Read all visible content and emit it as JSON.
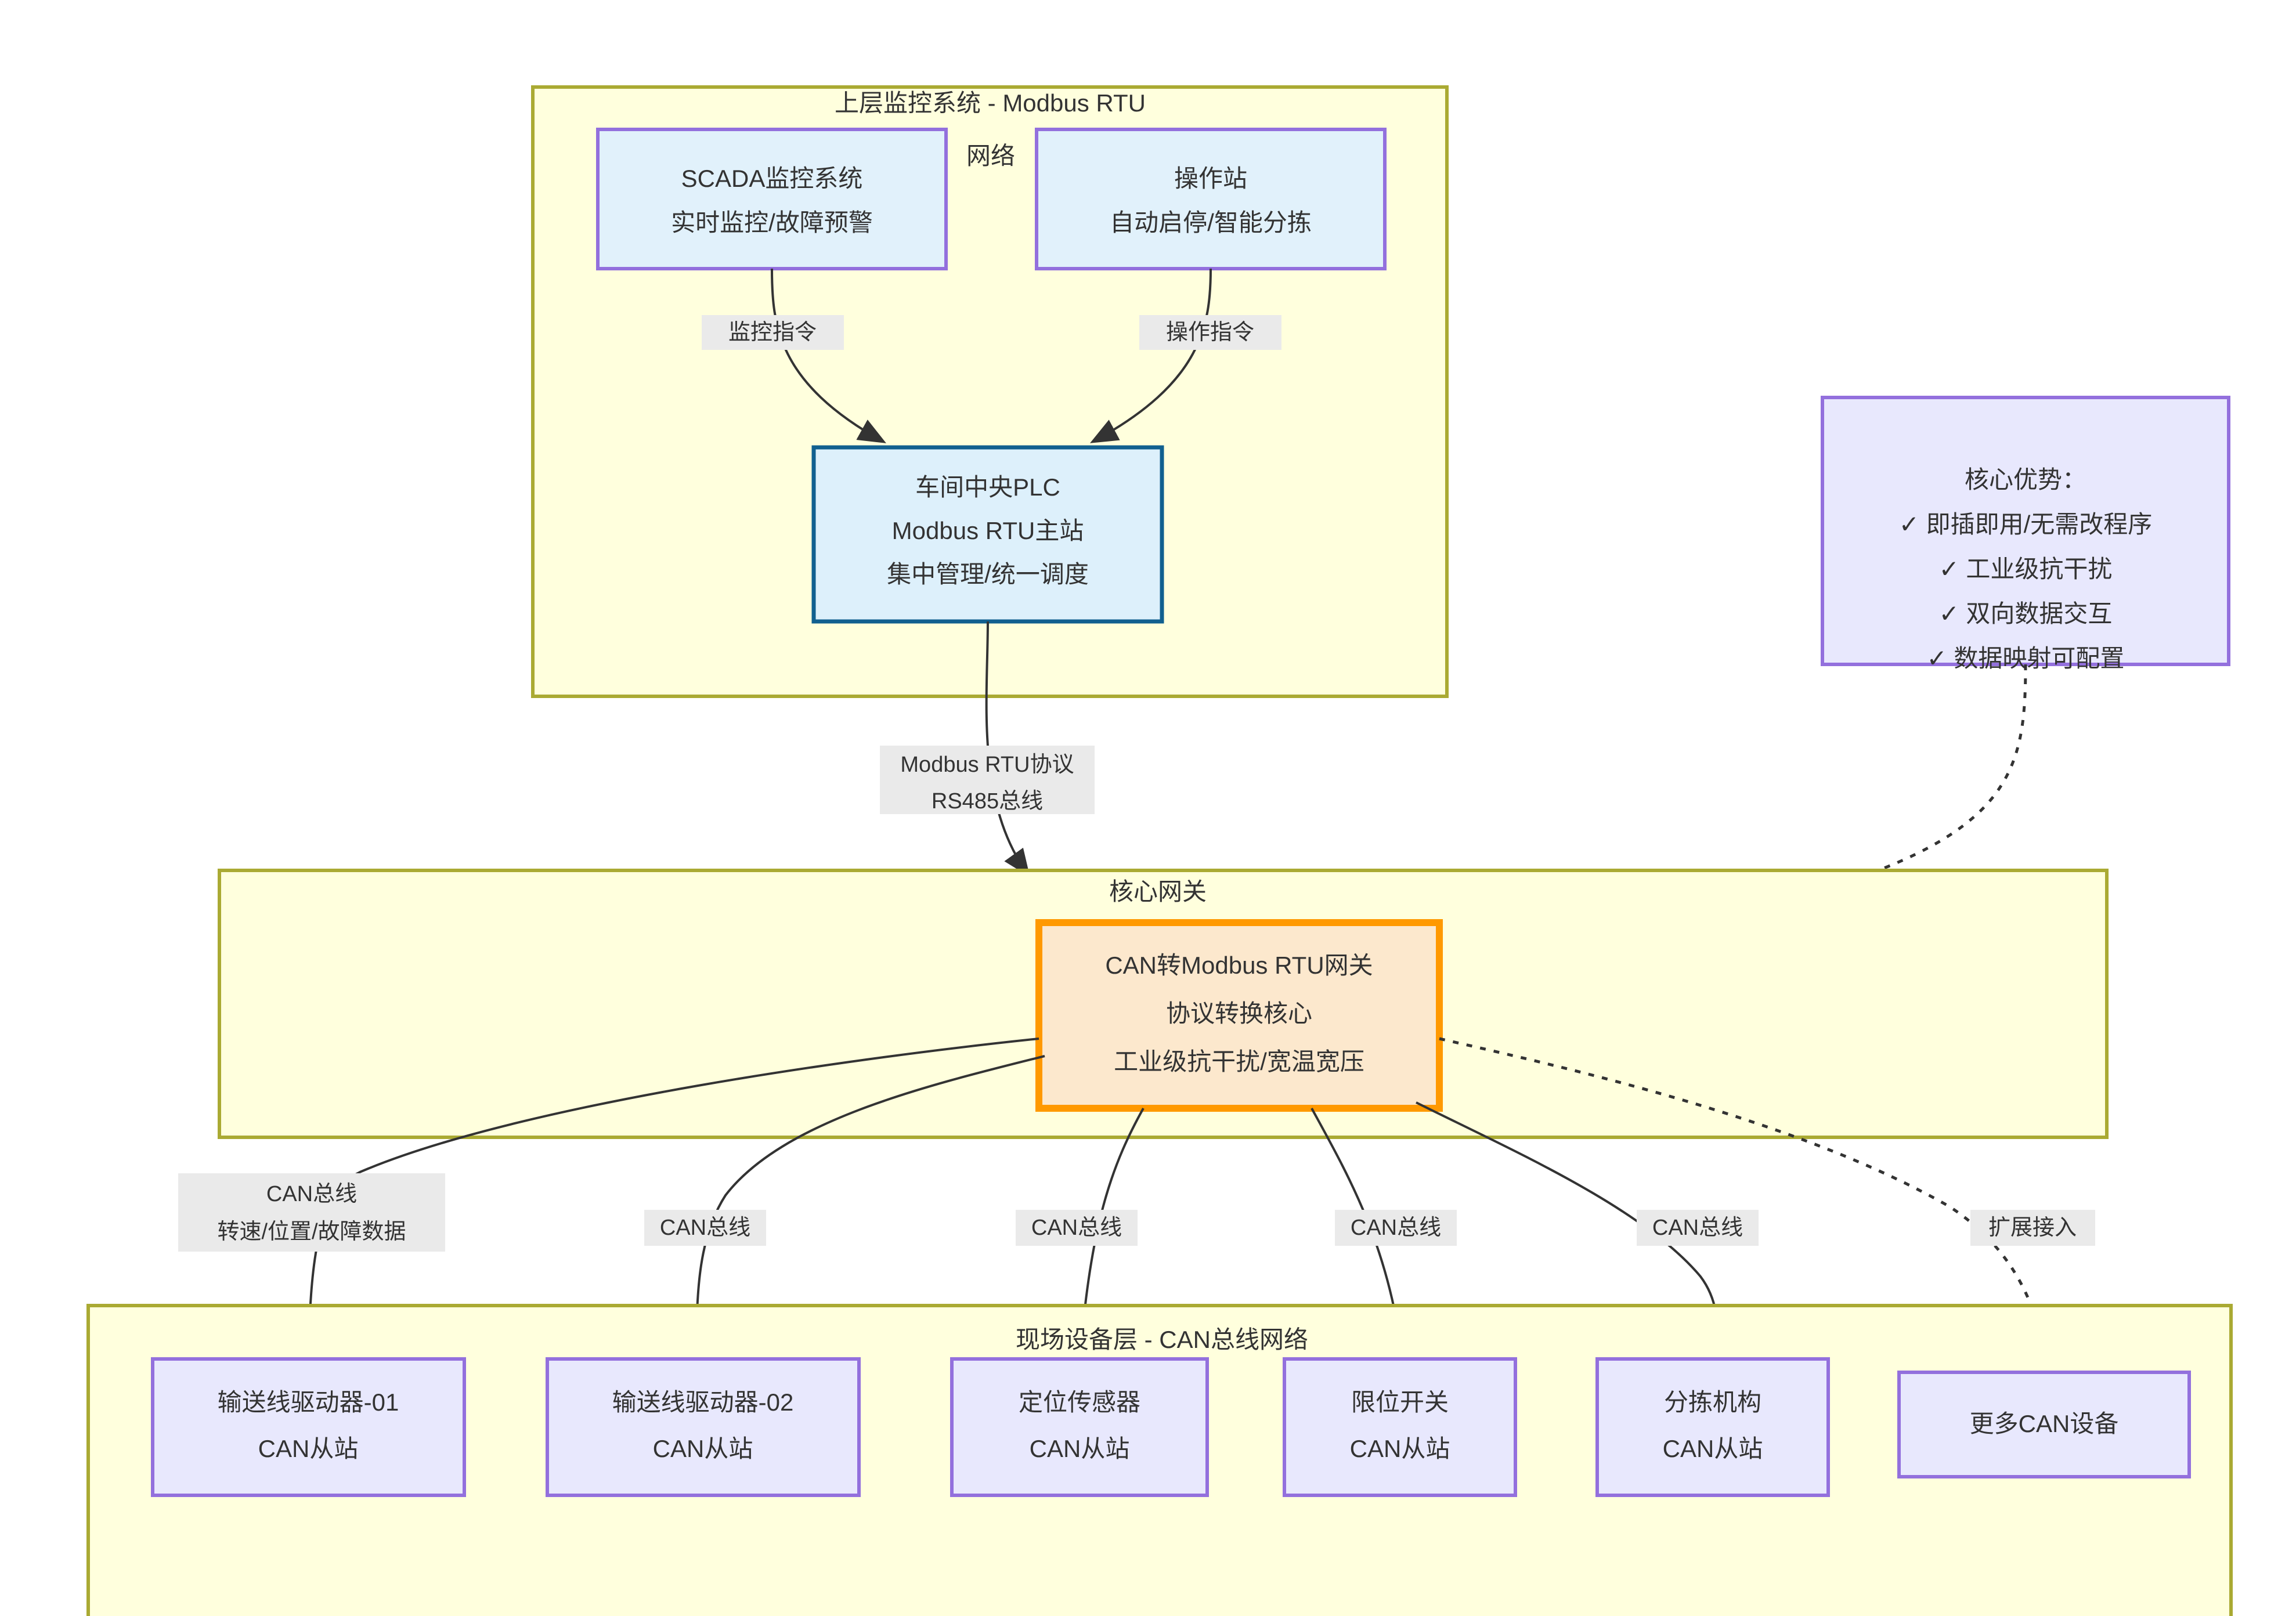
{
  "diagram": {
    "title": "CAN转Modbus RTU网关工业架构图",
    "colors": {
      "subgraph_fill": "#ffffdd",
      "subgraph_stroke": "#aaaa33",
      "blue_node_fill": "#e1f1fb",
      "purple_stroke": "#9370dd",
      "plc_stroke": "#11608f",
      "gateway_fill": "#fce8cd",
      "gateway_stroke": "#ff9900",
      "lavender_fill": "#e8e8fd",
      "label_bg": "#eaeaea",
      "text": "#333333"
    },
    "subgraphs": [
      {
        "id": "upper",
        "title": "上层监控系统 - Modbus RTU"
      },
      {
        "id": "gateway_zone",
        "title": "核心网关"
      },
      {
        "id": "field",
        "title": "现场设备层 - CAN总线网络"
      }
    ],
    "nodes": {
      "network_label": "网络",
      "scada": {
        "line1": "SCADA监控系统",
        "line2": "实时监控/故障预警"
      },
      "operator": {
        "line1": "操作站",
        "line2": "自动启停/智能分拣"
      },
      "plc": {
        "line1": "车间中央PLC",
        "line2": "Modbus RTU主站",
        "line3": "集中管理/统一调度"
      },
      "gateway": {
        "line1": "CAN转Modbus RTU网关",
        "line2": "协议转换核心",
        "line3": "工业级抗干扰/宽温宽压"
      },
      "advantages": {
        "heading": "核心优势：",
        "items": [
          "✓ 即插即用/无需改程序",
          "✓ 工业级抗干扰",
          "✓ 双向数据交互",
          "✓ 数据映射可配置"
        ]
      },
      "devices": [
        {
          "line1": "输送线驱动器-01",
          "line2": "CAN从站"
        },
        {
          "line1": "输送线驱动器-02",
          "line2": "CAN从站"
        },
        {
          "line1": "定位传感器",
          "line2": "CAN从站"
        },
        {
          "line1": "限位开关",
          "line2": "CAN从站"
        },
        {
          "line1": "分拣机构",
          "line2": "CAN从站"
        },
        {
          "line1": "更多CAN设备",
          "line2": ""
        }
      ]
    },
    "edge_labels": {
      "scada_to_plc": "监控指令",
      "operator_to_plc": "操作指令",
      "plc_to_gateway_line1": "Modbus RTU协议",
      "plc_to_gateway_line2": "RS485总线",
      "gw_to_dev1_line1": "CAN总线",
      "gw_to_dev1_line2": "转速/位置/故障数据",
      "gw_to_dev2": "CAN总线",
      "gw_to_dev3": "CAN总线",
      "gw_to_dev4": "CAN总线",
      "gw_to_dev5": "CAN总线",
      "gw_to_dev6": "扩展接入"
    }
  }
}
